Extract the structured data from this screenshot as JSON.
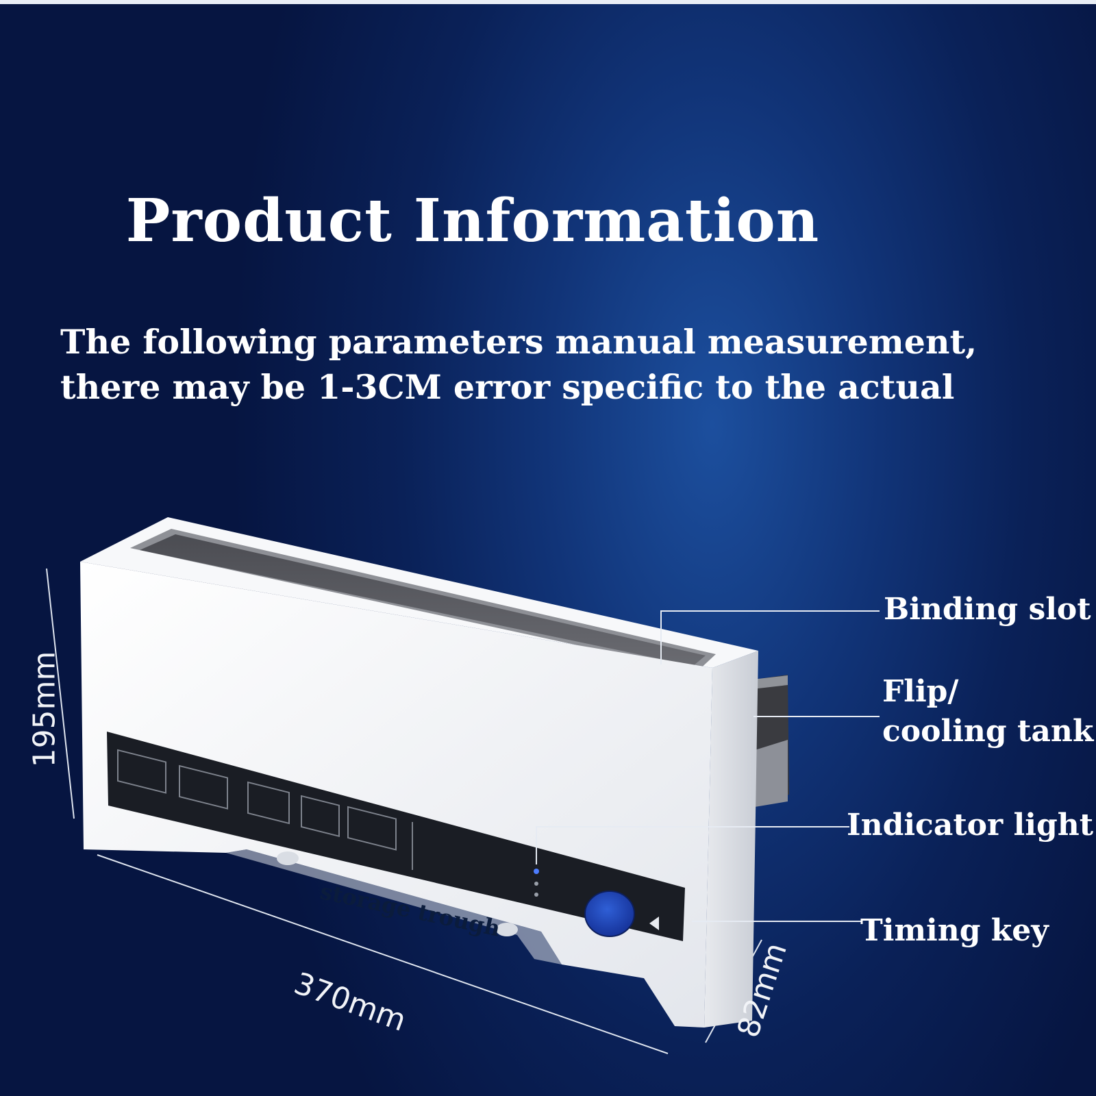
{
  "header": {
    "title": "Product Information",
    "subtitle_line1": "The following parameters manual measurement,",
    "subtitle_line2": "there may be 1-3CM error specific to the actual"
  },
  "callouts": {
    "binding_slot": "Binding slot",
    "flip_line1": "Flip/",
    "flip_line2": "cooling tank",
    "indicator_light": "Indicator light",
    "timing_key": "Timing key",
    "storage_trough": "storage trough"
  },
  "dimensions": {
    "height": "195mm",
    "length": "370mm",
    "depth": "82mm"
  },
  "colors": {
    "background_dark": "#061541",
    "background_glow": "#1c4f9e",
    "device_body": "#f3f4f6",
    "control_panel": "#1a1d24",
    "timing_key": "#1f45b8"
  },
  "icons": {
    "timing_key_button": "round-button-icon",
    "indicator": "led-indicator-icon",
    "play": "play-triangle-icon"
  }
}
